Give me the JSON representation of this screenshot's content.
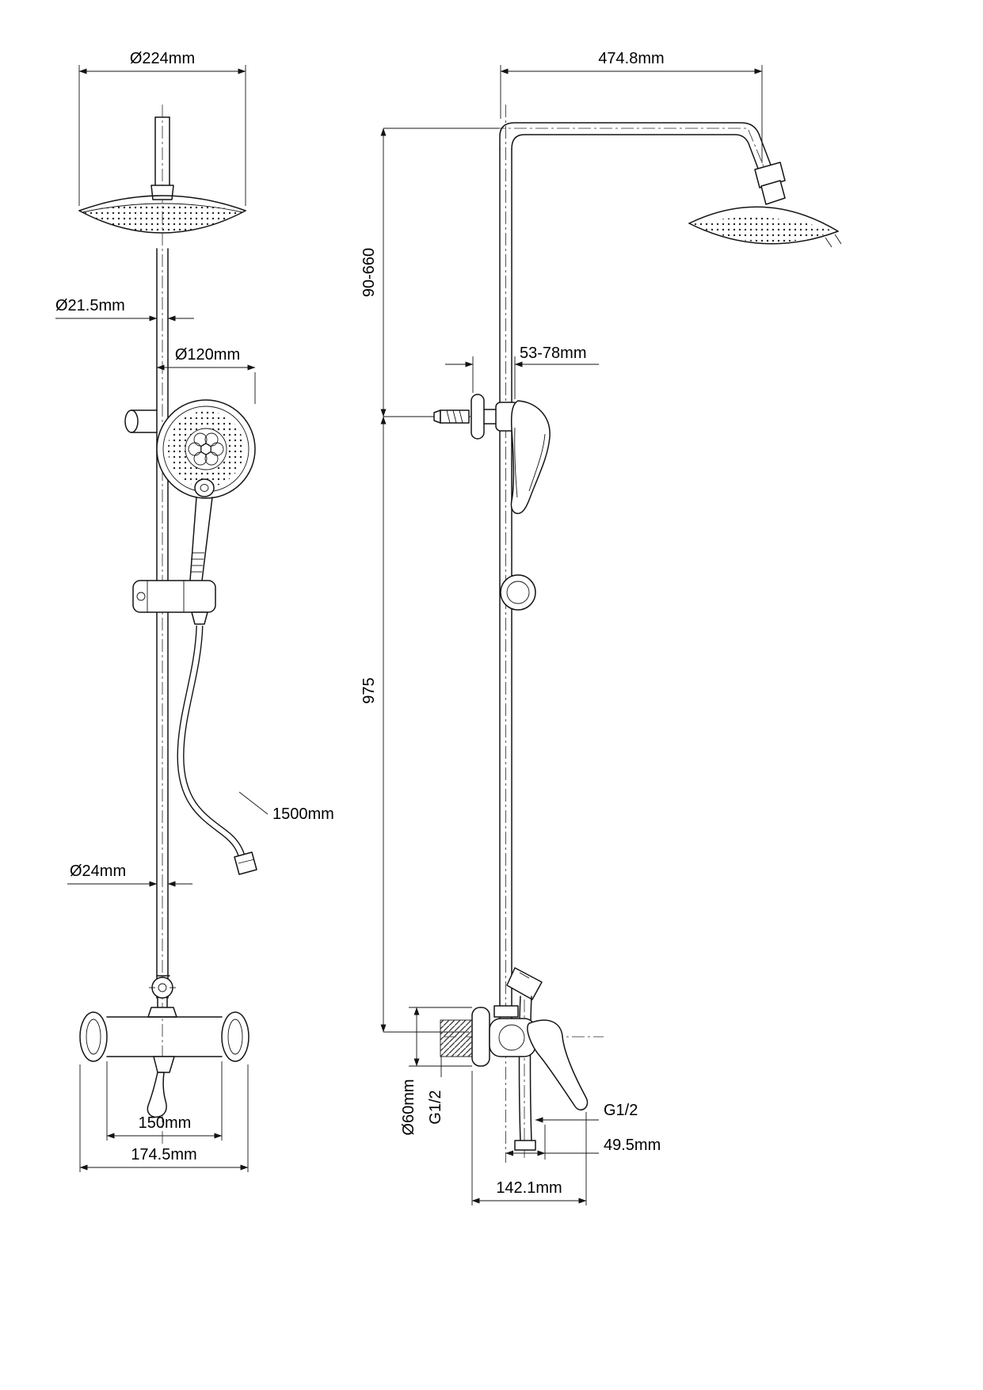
{
  "page": {
    "background": "#ffffff",
    "ink": "#141414"
  },
  "front": {
    "head_diameter": "Ø224mm",
    "pipe_diameter": "Ø21.5mm",
    "hand_shower_diameter": "Ø120mm",
    "hose_length": "1500mm",
    "lower_pipe_diameter": "Ø24mm",
    "connection_spacing": "150mm",
    "body_width": "174.5mm"
  },
  "side": {
    "arm_reach": "474.8mm",
    "head_height_range": "90-660",
    "wall_distance_range": "53-78mm",
    "column_height": "975",
    "escutcheon_diameter": "Ø60mm",
    "wall_thread": "G1/2",
    "outlet_thread": "G1/2",
    "outlet_offset": "49.5mm",
    "total_depth": "142.1mm"
  }
}
